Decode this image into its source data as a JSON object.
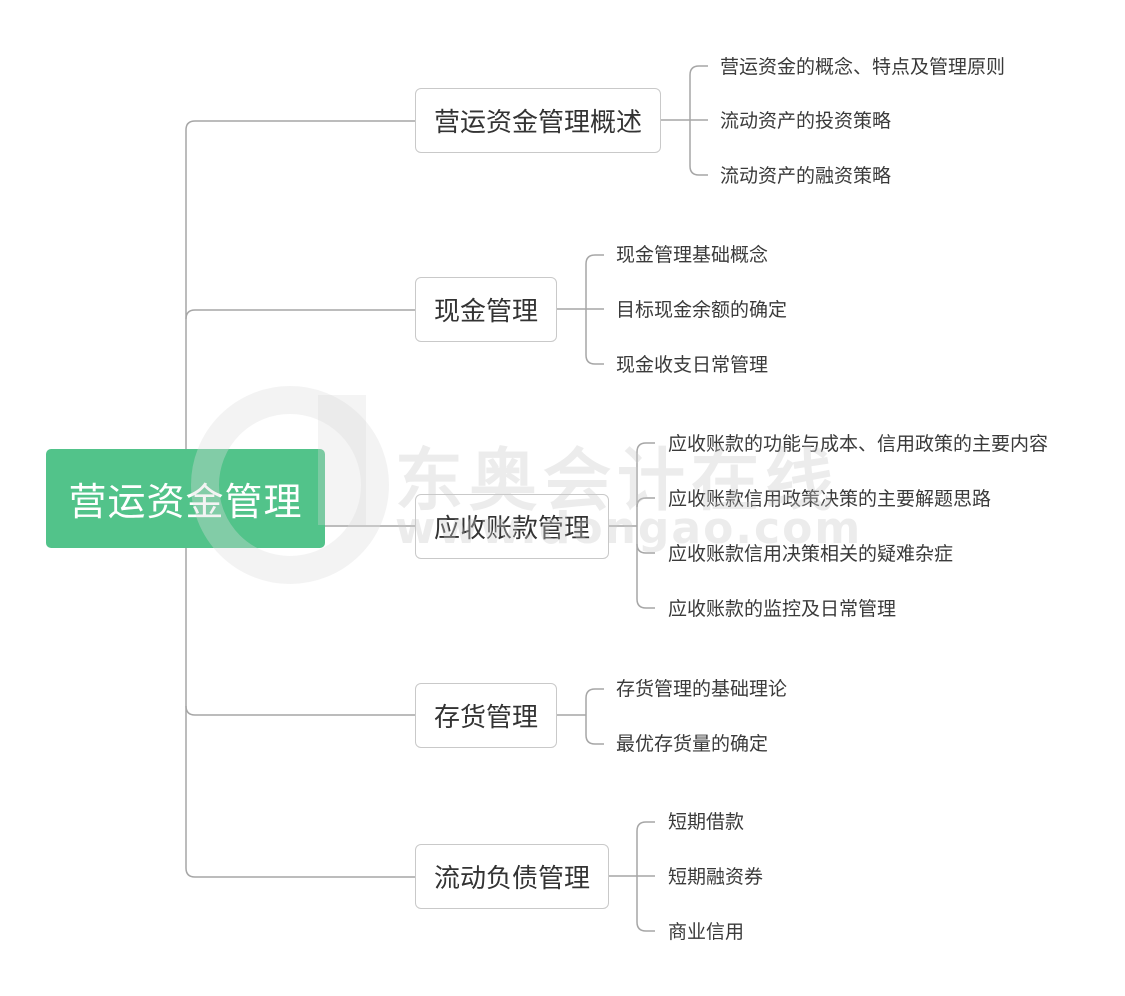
{
  "mindmap": {
    "root": {
      "label": "营运资金管理",
      "color": "#52c38a"
    },
    "branches": [
      {
        "label": "营运资金管理概述",
        "children": [
          "营运资金的概念、特点及管理原则",
          "流动资产的投资策略",
          "流动资产的融资策略"
        ]
      },
      {
        "label": "现金管理",
        "children": [
          "现金管理基础概念",
          "目标现金余额的确定",
          "现金收支日常管理"
        ]
      },
      {
        "label": "应收账款管理",
        "children": [
          "应收账款的功能与成本、信用政策的主要内容",
          "应收账款信用政策决策的主要解题思路",
          "应收账款信用决策相关的疑难杂症",
          "应收账款的监控及日常管理"
        ]
      },
      {
        "label": "存货管理",
        "children": [
          "存货管理的基础理论",
          "最优存货量的确定"
        ]
      },
      {
        "label": "流动负债管理",
        "children": [
          "短期借款",
          "短期融资券",
          "商业信用"
        ]
      }
    ]
  },
  "watermark": {
    "text": "东奥会计在线",
    "url": "www.dongao.com"
  }
}
